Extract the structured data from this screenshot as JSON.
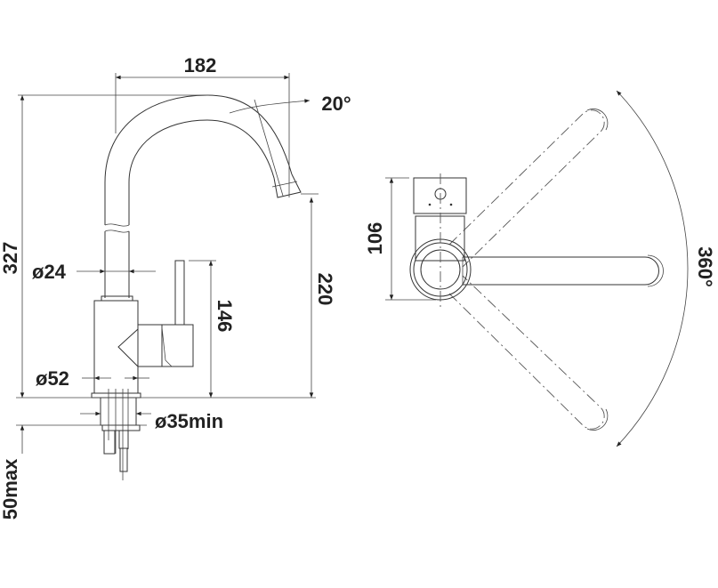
{
  "side_view": {
    "width_label": "182",
    "angle_label": "20°",
    "total_height_label": "327",
    "outlet_height_label": "220",
    "lever_height_label": "146",
    "spout_diameter_label": "ø24",
    "base_diameter_label": "ø52",
    "hole_diameter_label": "ø35min",
    "counter_thickness_label": "50max"
  },
  "top_view": {
    "depth_label": "106",
    "rotation_label": "360°"
  }
}
